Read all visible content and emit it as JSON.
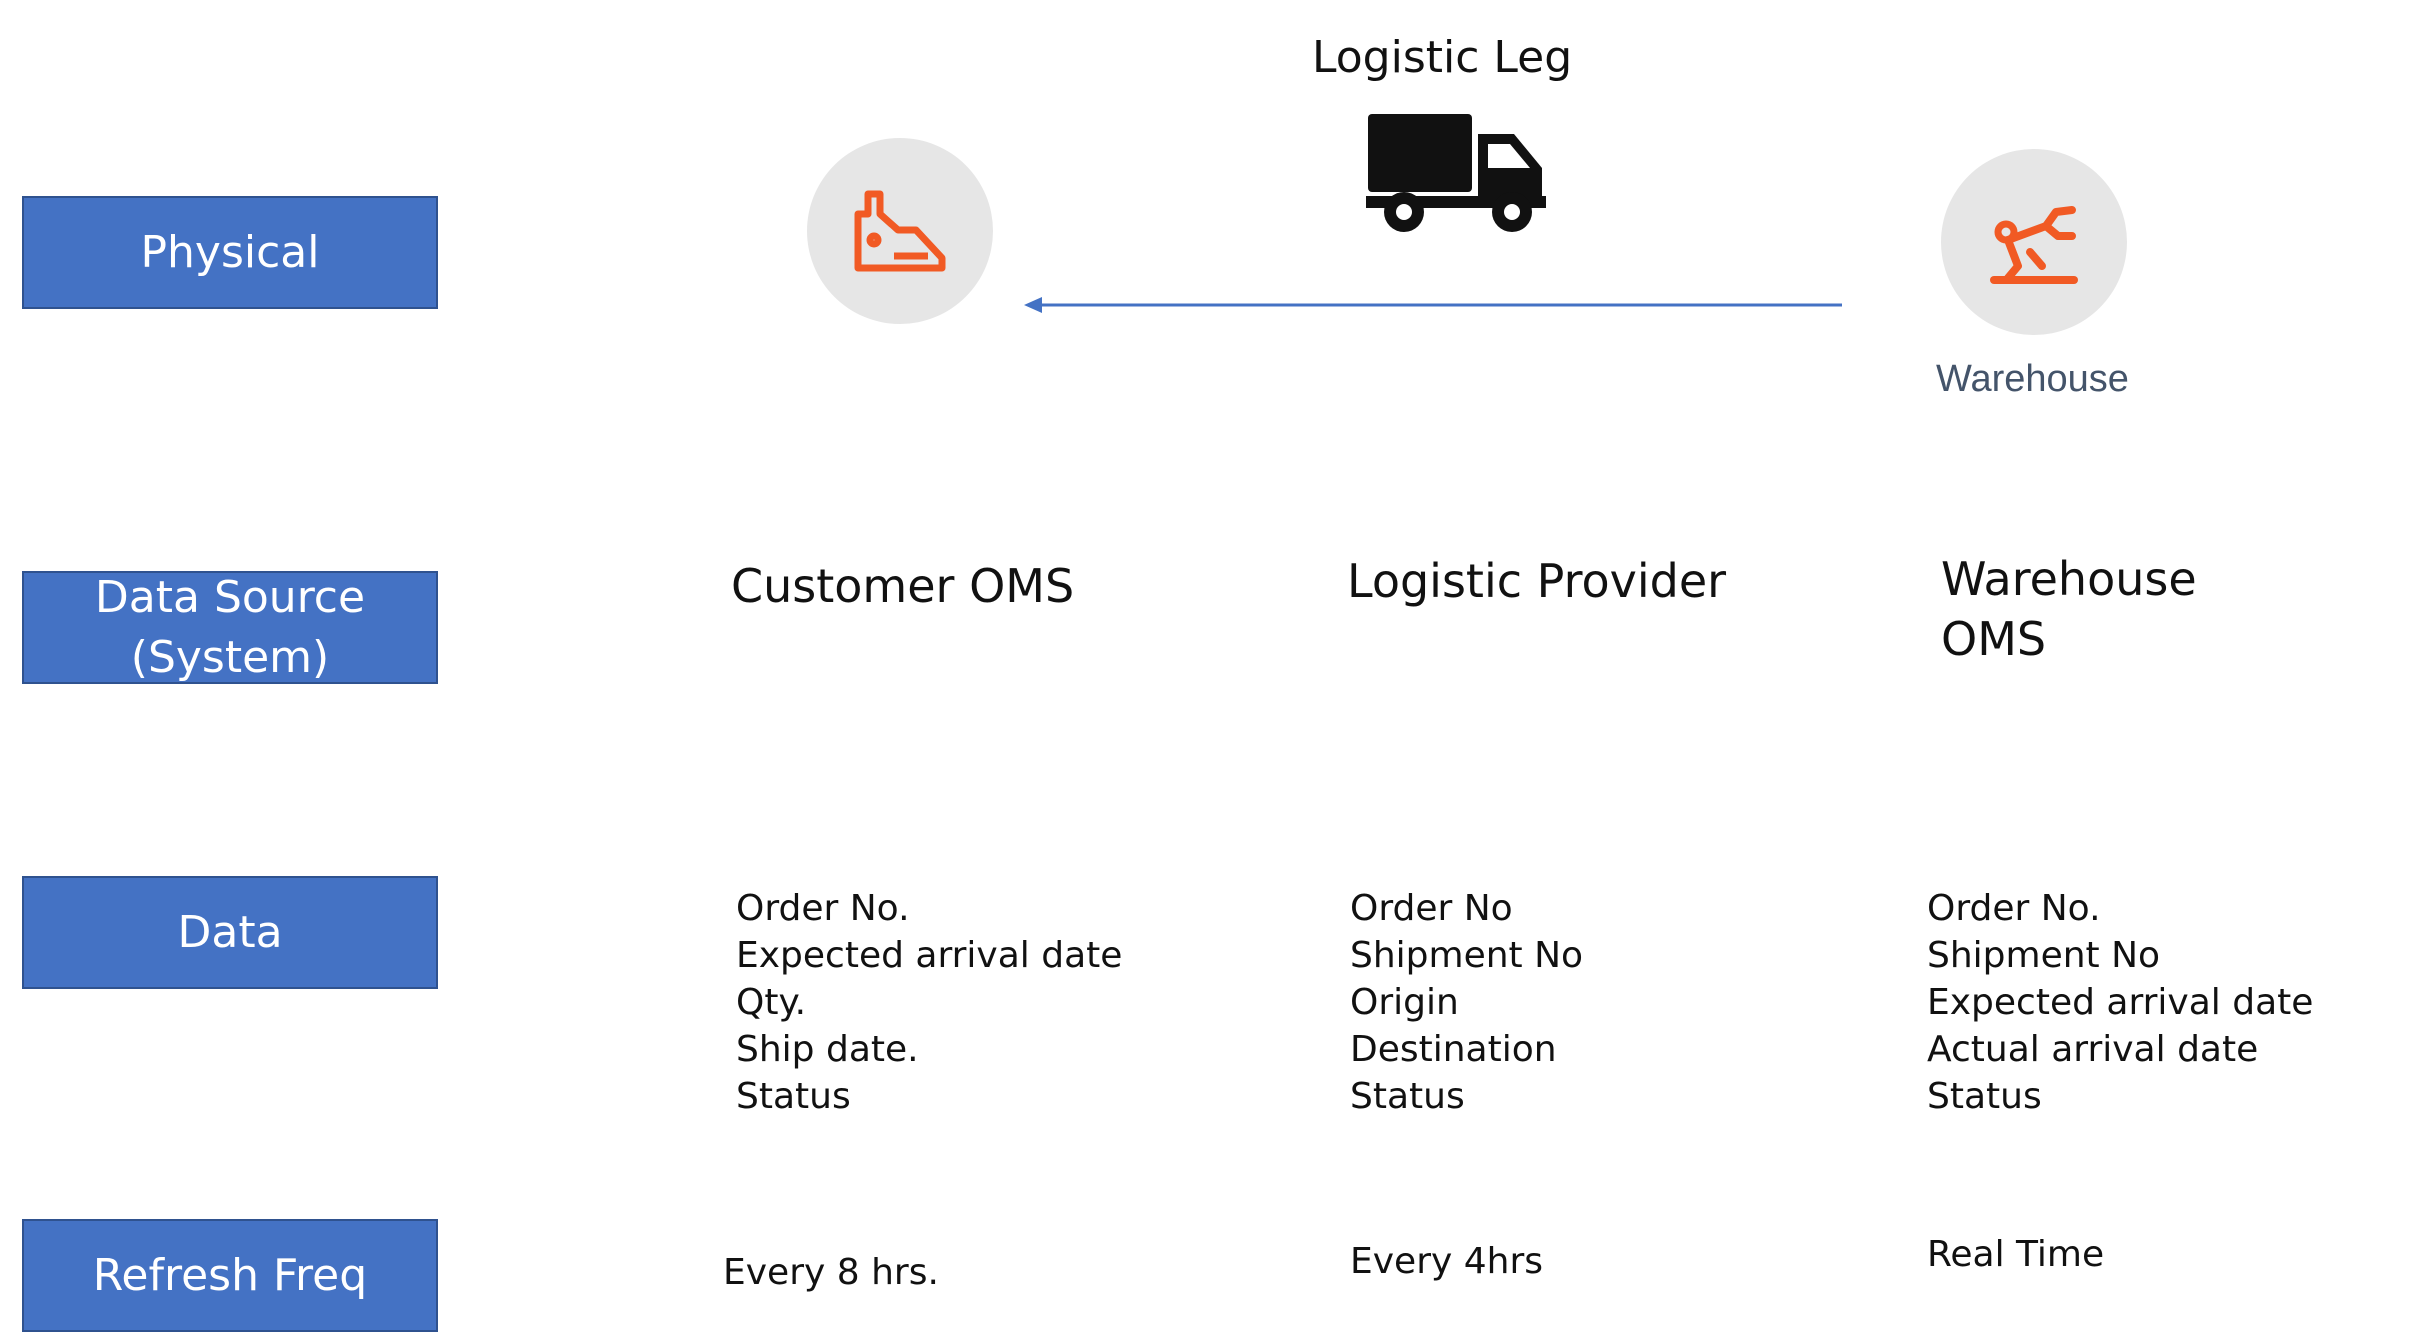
{
  "rows": {
    "physical": "Physical",
    "data_source": "Data Source\n(System)",
    "data": "Data",
    "refresh": "Refresh Freq"
  },
  "logistic_leg": {
    "title": "Logistic Leg",
    "icon": "truck-icon"
  },
  "physical": {
    "customer_icon": "factory-icon",
    "warehouse_icon": "robotic-arm-icon",
    "warehouse_label": "Warehouse",
    "arrow_color": "#4472c4",
    "icon_color": "#f15a24"
  },
  "columns": [
    {
      "system": "Customer OMS",
      "data": [
        "Order No.",
        "Expected arrival date",
        "Qty.",
        "Ship date.",
        "Status"
      ],
      "refresh": "Every 8 hrs."
    },
    {
      "system": "Logistic Provider",
      "data": [
        "Order No",
        "Shipment No",
        "Origin",
        "Destination",
        "Status"
      ],
      "refresh": "Every 4hrs"
    },
    {
      "system": "Warehouse\nOMS",
      "data": [
        "Order No.",
        "Shipment No",
        "Expected arrival date",
        "Actual arrival date",
        "Status"
      ],
      "refresh": "Real Time"
    }
  ]
}
